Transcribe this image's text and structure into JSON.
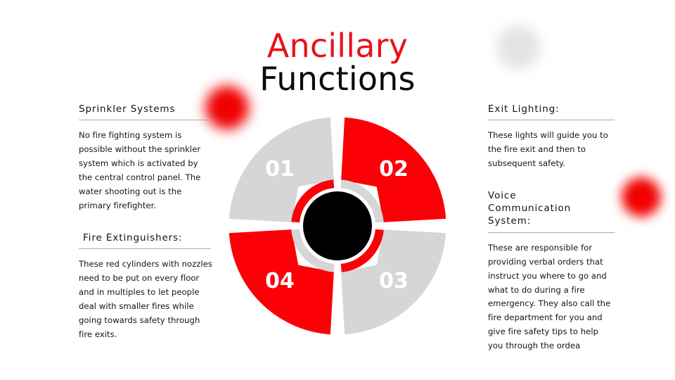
{
  "slide": {
    "background_color": "#ffffff",
    "title": {
      "line1": "Ancillary",
      "line2": "Functions",
      "line1_color": "#e8121a",
      "line2_color": "#0a0a0a"
    }
  },
  "decorations": [
    {
      "name": "red-blob-left",
      "color": "#ef0000"
    },
    {
      "name": "gray-blob-top-right",
      "color": "#e3e3e3"
    },
    {
      "name": "red-blob-right",
      "color": "#f20000"
    }
  ],
  "left_column": {
    "sections": [
      {
        "heading": "Sprinkler Systems",
        "body": "No fire fighting system is possible without the sprinkler system which is activated by the central control panel. The water shooting out is the primary firefighter."
      },
      {
        "heading": " Fire Extinguishers:",
        "body": "These red cylinders with nozzles need to be put on every floor and in multiples to let people deal with smaller fires while going towards safety through fire exits."
      }
    ]
  },
  "right_column": {
    "sections": [
      {
        "heading": "Exit Lighting:",
        "body": "These lights will guide you to the fire exit and then to subsequent safety."
      },
      {
        "heading": "Voice\nCommunication\nSystem:",
        "body": "These are responsible for providing verbal orders that instruct you where to go and what to do during a fire emergency. They also call the fire department for you and give fire safety tips to help you through the ordea"
      }
    ]
  },
  "chart_data": {
    "type": "pie",
    "title": "",
    "subtitle": "",
    "xlabel": "",
    "ylabel": "",
    "legend_position": "none",
    "grid": false,
    "shape": "donut",
    "center_fill": "#000000",
    "gap_color": "#ffffff",
    "categories": [
      "01",
      "02",
      "03",
      "04"
    ],
    "values": [
      25,
      25,
      25,
      25
    ],
    "labels": [
      "01",
      "02",
      "03",
      "04"
    ],
    "label_color": "#ffffff",
    "colors": [
      "#d6d6d6",
      "#fb0007",
      "#d6d6d6",
      "#fb0007"
    ],
    "segments": [
      {
        "label": "01",
        "value": 25,
        "color": "#d6d6d6",
        "position": "top-left"
      },
      {
        "label": "02",
        "value": 25,
        "color": "#fb0007",
        "position": "top-right"
      },
      {
        "label": "03",
        "value": 25,
        "color": "#d6d6d6",
        "position": "bottom-right"
      },
      {
        "label": "04",
        "value": 25,
        "color": "#fb0007",
        "position": "bottom-left"
      }
    ],
    "inner_ring": {
      "arc_colors": [
        "#fb0007",
        "#d6d6d6",
        "#fb0007",
        "#d6d6d6"
      ],
      "arc_positions": [
        "top-left",
        "top-right",
        "bottom-right",
        "bottom-left"
      ]
    },
    "annotations": []
  }
}
